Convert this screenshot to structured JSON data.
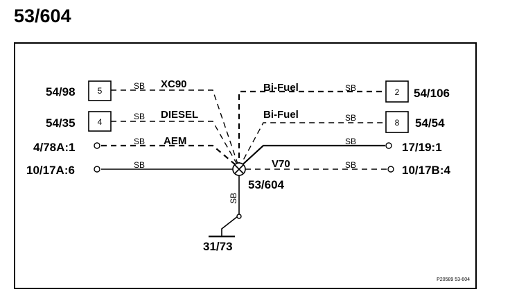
{
  "title": "53/604",
  "footer_code": "P20589 53-604",
  "splice": {
    "label": "53/604"
  },
  "ground": {
    "label": "31/73",
    "wire": "SB"
  },
  "connections": [
    {
      "id": "54-98",
      "component": "54/98",
      "pin": "5",
      "wire": "SB",
      "variant": "XC90"
    },
    {
      "id": "54-35",
      "component": "54/35",
      "pin": "4",
      "wire": "SB",
      "variant": "DIESEL"
    },
    {
      "id": "4-78a",
      "component": "4/78A:1",
      "wire": "SB",
      "variant": "AEM"
    },
    {
      "id": "10-17a",
      "component": "10/17A:6",
      "wire": "SB"
    },
    {
      "id": "54-106",
      "component": "54/106",
      "pin": "2",
      "wire": "SB",
      "variant": "Bi-Fuel"
    },
    {
      "id": "54-54",
      "component": "54/54",
      "pin": "8",
      "wire": "SB",
      "variant": "Bi-Fuel"
    },
    {
      "id": "17-19",
      "component": "17/19:1",
      "wire": "SB"
    },
    {
      "id": "10-17b",
      "component": "10/17B:4",
      "wire": "SB",
      "variant": "V70"
    }
  ]
}
